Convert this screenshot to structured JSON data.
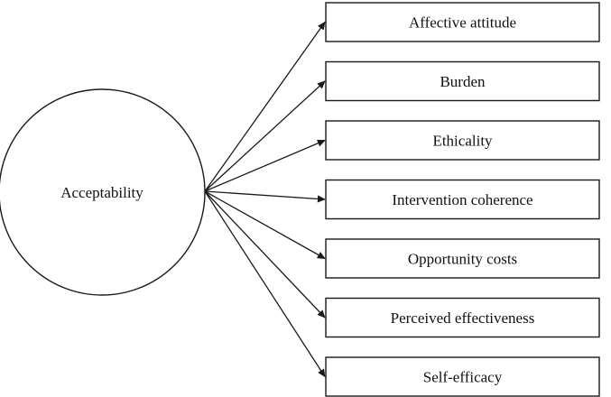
{
  "diagram": {
    "center": {
      "label": "Acceptability"
    },
    "components": [
      {
        "label": "Affective attitude"
      },
      {
        "label": "Burden"
      },
      {
        "label": "Ethicality"
      },
      {
        "label": "Intervention coherence"
      },
      {
        "label": "Opportunity costs"
      },
      {
        "label": "Perceived effectiveness"
      },
      {
        "label": "Self-efficacy"
      }
    ],
    "colors": {
      "stroke": "#1a1a1a",
      "text": "#111111",
      "background": "#ffffff"
    }
  }
}
